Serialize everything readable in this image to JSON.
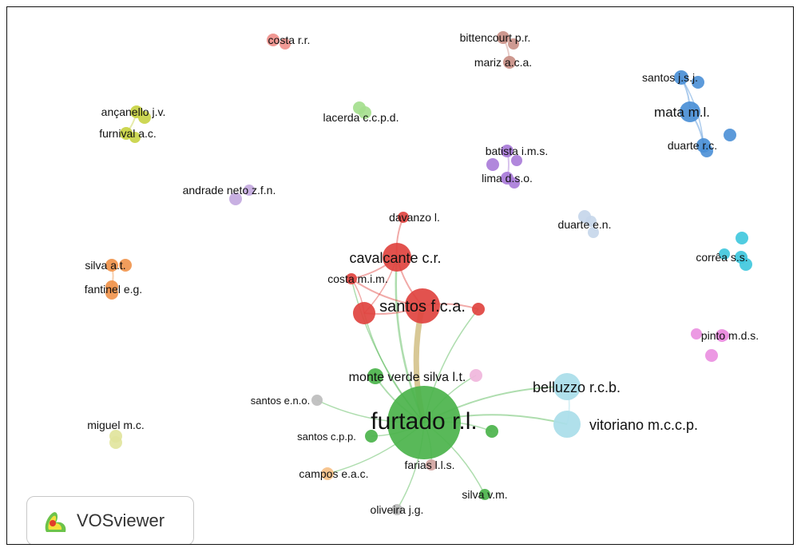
{
  "app": {
    "logo_text": "VOSviewer"
  },
  "colors": {
    "green": "#4bb34b",
    "red": "#e0433f",
    "lightblue": "#a9dde9",
    "blue": "#4a8fd6",
    "cyan": "#3dc7dd",
    "pink": "#ea8ee0",
    "lightpink": "#f0b6dc",
    "purple": "#a87ad8",
    "lavender": "#c3a9df",
    "yellow": "#c8d342",
    "orange": "#f0924a",
    "salmon": "#ef8f8a",
    "brown": "#c98f86",
    "lightgreen": "#a4de8d",
    "paleyellow": "#e1e49c",
    "grey": "#bdbdbd",
    "peach": "#f6c087",
    "rosybrown": "#d3a5a2",
    "paleblue": "#c5d6ea"
  },
  "nodes": [
    {
      "id": "furtado",
      "label": "furtado r.l.",
      "color": "green",
      "size": 46,
      "font": 30
    },
    {
      "id": "santos_fca",
      "label": "santos f.c.a.",
      "color": "red",
      "size": 22,
      "font": 20
    },
    {
      "id": "cavalcante",
      "label": "cavalcante c.r.",
      "color": "red",
      "size": 18,
      "font": 18
    },
    {
      "id": "costa_mim",
      "label": "costa m.i.m.",
      "color": "red",
      "size": 7,
      "font": 14
    },
    {
      "id": "davanzo",
      "label": "davanzo l.",
      "color": "red",
      "size": 7,
      "font": 14
    },
    {
      "id": "red_left",
      "label": "",
      "color": "red",
      "size": 14,
      "font": 0
    },
    {
      "id": "red_right",
      "label": "",
      "color": "red",
      "size": 8,
      "font": 0
    },
    {
      "id": "belluzzo",
      "label": "belluzzo r.c.b.",
      "color": "lightblue",
      "size": 17,
      "font": 18
    },
    {
      "id": "vitoriano",
      "label": "vitoriano m.c.c.p.",
      "color": "lightblue",
      "size": 17,
      "font": 18
    },
    {
      "id": "monte_verde",
      "label": "monte verde silva l.t.",
      "color": "green",
      "size": 10,
      "font": 16
    },
    {
      "id": "pink_small",
      "label": "",
      "color": "lightpink",
      "size": 8,
      "font": 0
    },
    {
      "id": "santos_eno",
      "label": "santos e.n.o.",
      "color": "grey",
      "size": 7,
      "font": 13
    },
    {
      "id": "santos_cpp",
      "label": "santos c.p.p.",
      "color": "green",
      "size": 8,
      "font": 13
    },
    {
      "id": "green_right",
      "label": "",
      "color": "green",
      "size": 8,
      "font": 0
    },
    {
      "id": "campos",
      "label": "campos e.a.c.",
      "color": "peach",
      "size": 8,
      "font": 14
    },
    {
      "id": "farias",
      "label": "farias l.l.s.",
      "color": "rosybrown",
      "size": 7,
      "font": 14
    },
    {
      "id": "silva_vm",
      "label": "silva v.m.",
      "color": "green",
      "size": 7,
      "font": 14
    },
    {
      "id": "oliveira",
      "label": "oliveira j.g.",
      "color": "grey",
      "size": 7,
      "font": 14
    },
    {
      "id": "costa_rr",
      "label": "costa r.r.",
      "color": "salmon",
      "size": 8,
      "font": 14
    },
    {
      "id": "bittencourt",
      "label": "bittencourt p.r.",
      "color": "brown",
      "size": 8,
      "font": 14
    },
    {
      "id": "mariz",
      "label": "mariz a.c.a.",
      "color": "brown",
      "size": 8,
      "font": 14
    },
    {
      "id": "santos_jsj",
      "label": "santos j.s.j.",
      "color": "blue",
      "size": 9,
      "font": 14
    },
    {
      "id": "mata",
      "label": "mata m.l.",
      "color": "blue",
      "size": 13,
      "font": 17
    },
    {
      "id": "duarte_rc",
      "label": "duarte r.c.",
      "color": "blue",
      "size": 9,
      "font": 14
    },
    {
      "id": "ancanello",
      "label": "ançanello j.v.",
      "color": "yellow",
      "size": 8,
      "font": 14
    },
    {
      "id": "furnival",
      "label": "furnival a.c.",
      "color": "yellow",
      "size": 8,
      "font": 14
    },
    {
      "id": "lacerda",
      "label": "lacerda c.c.p.d.",
      "color": "lightgreen",
      "size": 8,
      "font": 14
    },
    {
      "id": "batista",
      "label": "batista i.m.s.",
      "color": "purple",
      "size": 8,
      "font": 14
    },
    {
      "id": "lima",
      "label": "lima d.s.o.",
      "color": "purple",
      "size": 8,
      "font": 14
    },
    {
      "id": "andrade_neto",
      "label": "andrade neto z.f.n.",
      "color": "lavender",
      "size": 8,
      "font": 14
    },
    {
      "id": "duarte_en",
      "label": "duarte e.n.",
      "color": "paleblue",
      "size": 8,
      "font": 14
    },
    {
      "id": "correa",
      "label": "corrêa s.s.",
      "color": "cyan",
      "size": 8,
      "font": 14
    },
    {
      "id": "silva_at",
      "label": "silva a.t.",
      "color": "orange",
      "size": 8,
      "font": 14
    },
    {
      "id": "fantinel",
      "label": "fantinel e.g.",
      "color": "orange",
      "size": 8,
      "font": 14
    },
    {
      "id": "pinto",
      "label": "pinto m.d.s.",
      "color": "pink",
      "size": 8,
      "font": 14
    },
    {
      "id": "miguel",
      "label": "miguel m.c.",
      "color": "paleyellow",
      "size": 8,
      "font": 14
    }
  ]
}
